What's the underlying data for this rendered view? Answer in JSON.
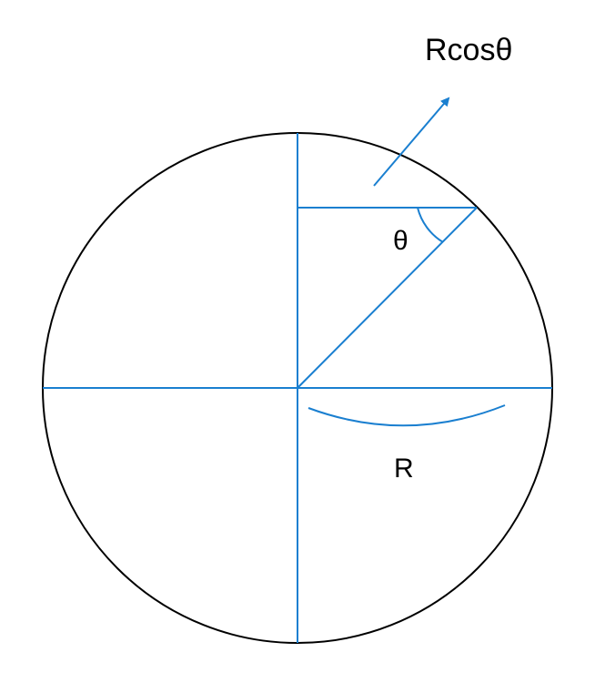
{
  "colors": {
    "circle": "#000000",
    "lines": "#1a7fd0",
    "text": "#000000",
    "background": "#ffffff"
  },
  "labels": {
    "projection": "Rcosθ",
    "angle": "θ",
    "radius": "R"
  }
}
